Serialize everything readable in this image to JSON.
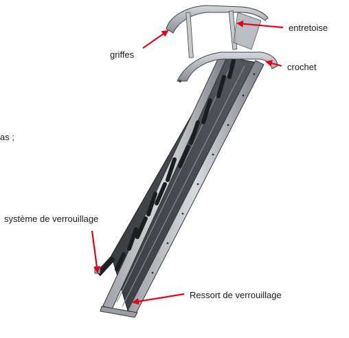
{
  "figure": {
    "fragment_text": "as ;",
    "labels": {
      "entretoise": "entretoise",
      "griffes": "griffes",
      "crochet": "crochet",
      "systeme": "système de verrouillage",
      "ressort": "Ressort de verrouillage"
    },
    "colors": {
      "arrow": "#e0001a",
      "metal_dark": "#2f3237",
      "metal_mid": "#6b6f75",
      "metal_light": "#b9bdc2",
      "rung": "#1c1d20"
    }
  }
}
